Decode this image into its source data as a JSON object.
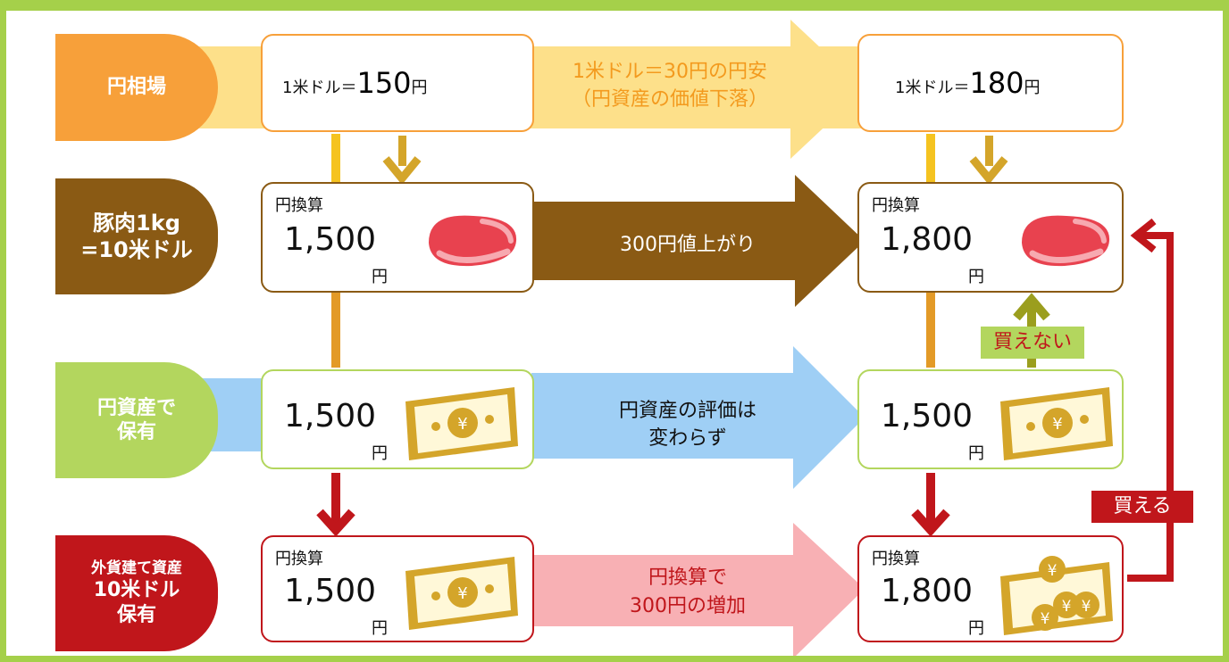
{
  "rows": {
    "row1_label": "円相場",
    "row2_label_l1": "豚肉1kg",
    "row2_label_l2": "=10米ドル",
    "row3_label_l1": "円資産で",
    "row3_label_l2": "保有",
    "row4_label_l1": "外貨建て資産",
    "row4_label_l2": "10米ドル",
    "row4_label_l3": "保有"
  },
  "rate": {
    "left_prefix": "1米ドル＝",
    "left_value": "150",
    "right_prefix": "1米ドル＝",
    "right_value": "180",
    "unit": "円",
    "arrow_line1": "1米ドル＝30円の円安",
    "arrow_line2": "（円資産の価値下落）"
  },
  "pork": {
    "conv_label": "円換算",
    "left_amount": "1,500",
    "right_amount": "1,800",
    "unit": "円",
    "arrow_text": "300円値上がり"
  },
  "yen_asset": {
    "left_amount": "1,500",
    "right_amount": "1,500",
    "unit": "円",
    "arrow_line1": "円資産の評価は",
    "arrow_line2": "変わらず",
    "cannot_buy": "買えない"
  },
  "foreign_asset": {
    "conv_label": "円換算",
    "left_amount": "1,500",
    "right_amount": "1,800",
    "unit": "円",
    "arrow_line1": "円換算で",
    "arrow_line2": "300円の増加",
    "can_buy": "買える"
  },
  "colors": {
    "frame": "#a5d04a",
    "rate_orange": "#f7a03a",
    "rate_arrow": "#fde08a",
    "pork_brown": "#8a5a14",
    "yen_green": "#b3d65e",
    "yen_arrow": "#9fcff5",
    "foreign_red": "#c0161b",
    "foreign_arrow": "#f8b0b4",
    "gold": "#d4a52a"
  },
  "icons": [
    "meat-icon",
    "banknote-icon",
    "coins-icon",
    "down-arrow-icon"
  ]
}
